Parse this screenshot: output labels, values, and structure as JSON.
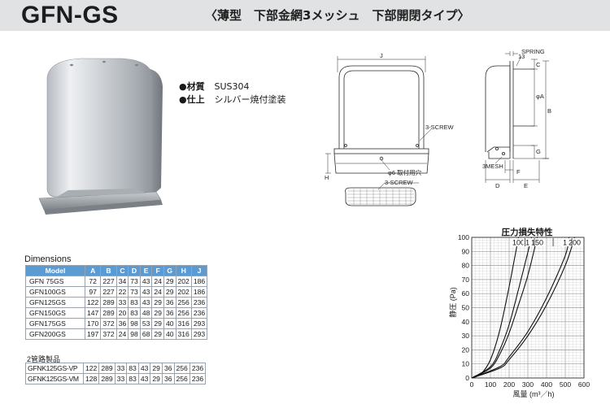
{
  "header": {
    "product_code": "GFN-GS",
    "subtitle": "〈薄型　下部金網3メッシュ　下部開閉タイプ〉"
  },
  "specs": [
    {
      "label": "●材質",
      "value": "SUS304"
    },
    {
      "label": "●仕上",
      "value": "シルバー焼付塗装"
    }
  ],
  "drawing": {
    "front_labels": {
      "j": "J",
      "h": "H",
      "screw_upper": "3-SCREW",
      "screw_lower": "3-SCREW",
      "hole": "φ6 取付用穴"
    },
    "side_labels": {
      "spring": "SPRING",
      "thirteen": "13",
      "c": "C",
      "phi_a": "φA",
      "b": "B",
      "g": "G",
      "mesh": "3MESH",
      "f": "F",
      "d": "D",
      "e": "E"
    }
  },
  "dimensions": {
    "title": "Dimensions",
    "columns": [
      "Model",
      "A",
      "B",
      "C",
      "D",
      "E",
      "F",
      "G",
      "H",
      "J"
    ],
    "rows": [
      [
        "GFN  75GS",
        "72",
        "227",
        "34",
        "73",
        "43",
        "24",
        "29",
        "202",
        "186"
      ],
      [
        "GFN100GS",
        "97",
        "227",
        "22",
        "73",
        "43",
        "24",
        "29",
        "202",
        "186"
      ],
      [
        "GFN125GS",
        "122",
        "289",
        "33",
        "83",
        "43",
        "29",
        "36",
        "256",
        "236"
      ],
      [
        "GFN150GS",
        "147",
        "289",
        "20",
        "83",
        "48",
        "29",
        "36",
        "256",
        "236"
      ],
      [
        "GFN175GS",
        "170",
        "372",
        "36",
        "98",
        "53",
        "29",
        "40",
        "316",
        "293"
      ],
      [
        "GFN200GS",
        "197",
        "372",
        "24",
        "98",
        "68",
        "29",
        "40",
        "316",
        "293"
      ]
    ],
    "sub_title": "2管路製品",
    "sub_rows": [
      [
        "GFNK125GS-VP",
        "122",
        "289",
        "33",
        "83",
        "43",
        "29",
        "36",
        "256",
        "236"
      ],
      [
        "GFNK125GS-VM",
        "128",
        "289",
        "33",
        "83",
        "43",
        "29",
        "36",
        "256",
        "236"
      ]
    ]
  },
  "chart_data": {
    "type": "line",
    "title": "圧力損失特性",
    "xlabel": "風量 (m³／h)",
    "ylabel": "静圧 (Pa)",
    "xlim": [
      0,
      600
    ],
    "ylim": [
      0,
      100
    ],
    "xticks": [
      0,
      100,
      200,
      300,
      400,
      500,
      600
    ],
    "yticks": [
      0,
      10,
      20,
      30,
      40,
      50,
      60,
      70,
      80,
      90,
      100
    ],
    "grid": true,
    "series": [
      {
        "name": "100",
        "x": [
          0,
          50,
          100,
          150,
          200,
          250
        ],
        "y": [
          0,
          3,
          13,
          34,
          65,
          100
        ]
      },
      {
        "name": "125",
        "x": [
          0,
          100,
          150,
          200,
          250,
          320
        ],
        "y": [
          0,
          8,
          20,
          38,
          63,
          100
        ]
      },
      {
        "name": "150",
        "x": [
          0,
          100,
          150,
          200,
          250,
          300,
          350
        ],
        "y": [
          0,
          7,
          17,
          32,
          52,
          73,
          100
        ]
      },
      {
        "name": "175",
        "x": [
          0,
          150,
          200,
          300,
          400,
          500,
          520
        ],
        "y": [
          0,
          8,
          15,
          33,
          57,
          87,
          100
        ]
      },
      {
        "name": "200",
        "x": [
          0,
          150,
          200,
          300,
          400,
          500,
          550
        ],
        "y": [
          0,
          7,
          13,
          30,
          52,
          80,
          100
        ]
      }
    ]
  }
}
